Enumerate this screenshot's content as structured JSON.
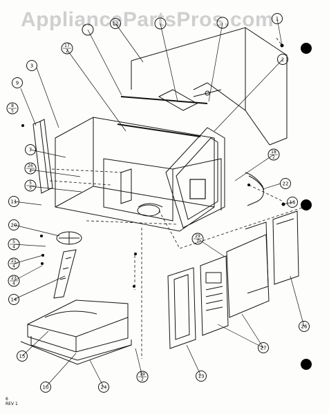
{
  "watermark": "AppliancePartsPros.com",
  "callouts": [
    {
      "id": "1",
      "text": "1"
    },
    {
      "id": "2",
      "text": "2"
    },
    {
      "id": "3",
      "text": "3"
    },
    {
      "id": "7",
      "text": "7"
    },
    {
      "id": "9",
      "text": "9"
    },
    {
      "id": "10",
      "text": "10"
    },
    {
      "id": "11",
      "text": "11"
    },
    {
      "id": "12",
      "text": "12"
    },
    {
      "id": "13",
      "text": "13"
    },
    {
      "id": "14",
      "text": "14"
    },
    {
      "id": "15",
      "text": "15"
    },
    {
      "id": "16",
      "text": "16"
    },
    {
      "id": "20",
      "text": "20"
    },
    {
      "id": "22",
      "text": "22"
    },
    {
      "id": "24",
      "text": "24"
    },
    {
      "id": "26",
      "text": "26"
    },
    {
      "id": "27",
      "text": "27"
    }
  ],
  "fraction_callouts": [
    {
      "id": "f17-2",
      "top": "17",
      "bottom": "2"
    },
    {
      "id": "f8-5",
      "top": "8",
      "bottom": "5"
    },
    {
      "id": "f26-4",
      "top": "26",
      "bottom": "4"
    },
    {
      "id": "f5-5",
      "top": "5",
      "bottom": "5"
    },
    {
      "id": "f5-4",
      "top": "5",
      "bottom": "4"
    },
    {
      "id": "f21-4",
      "top": "21",
      "bottom": "4"
    },
    {
      "id": "f23-4",
      "top": "23",
      "bottom": "4"
    },
    {
      "id": "f18-2",
      "top": "18",
      "bottom": "2"
    },
    {
      "id": "f29-2",
      "top": "29",
      "bottom": "2"
    },
    {
      "id": "f19-2",
      "top": "19",
      "bottom": "2"
    }
  ],
  "revision_lines": [
    "6",
    "REV 1"
  ]
}
